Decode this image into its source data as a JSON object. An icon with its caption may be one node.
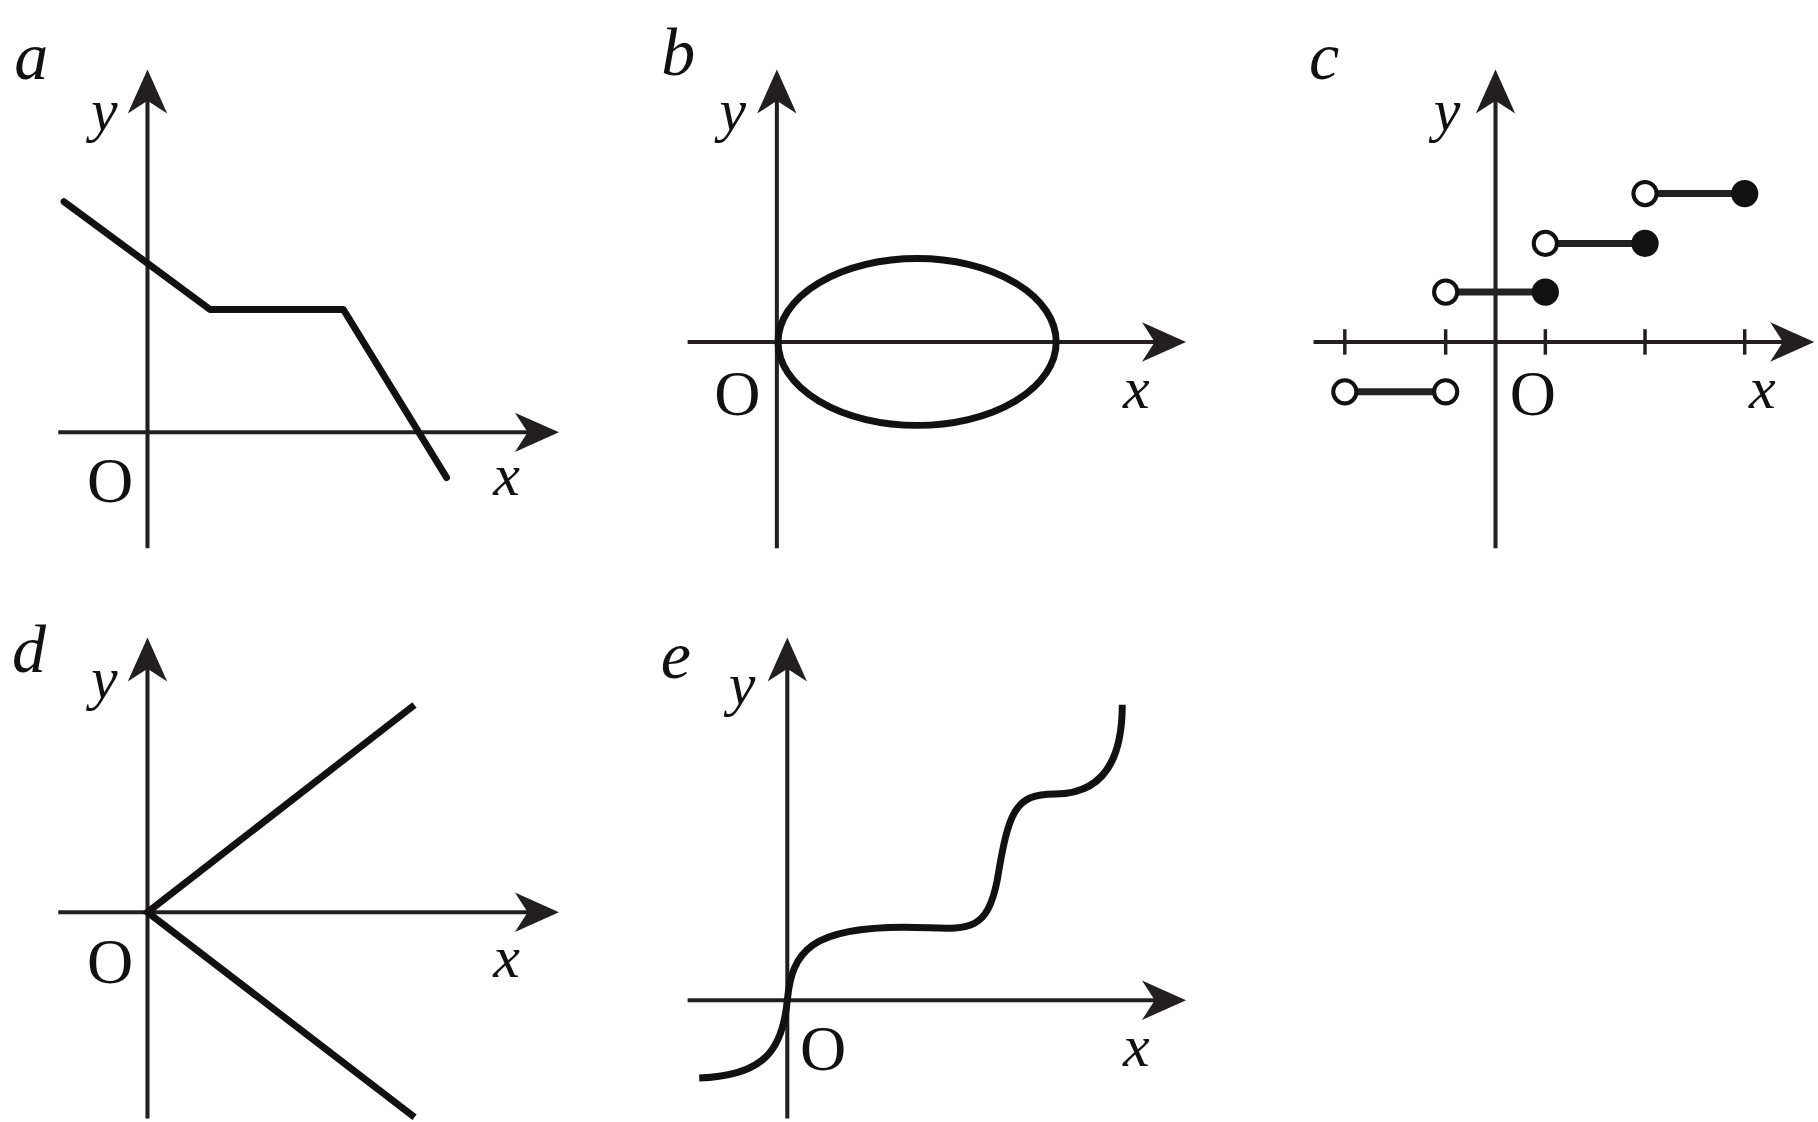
{
  "diagram": {
    "labels": [
      "a",
      "y",
      "O",
      "x",
      "b",
      "y",
      "O",
      "x",
      "c",
      "y",
      "O",
      "x",
      "d",
      "y",
      "O",
      "x",
      "e",
      "y",
      "O",
      "x"
    ]
  }
}
